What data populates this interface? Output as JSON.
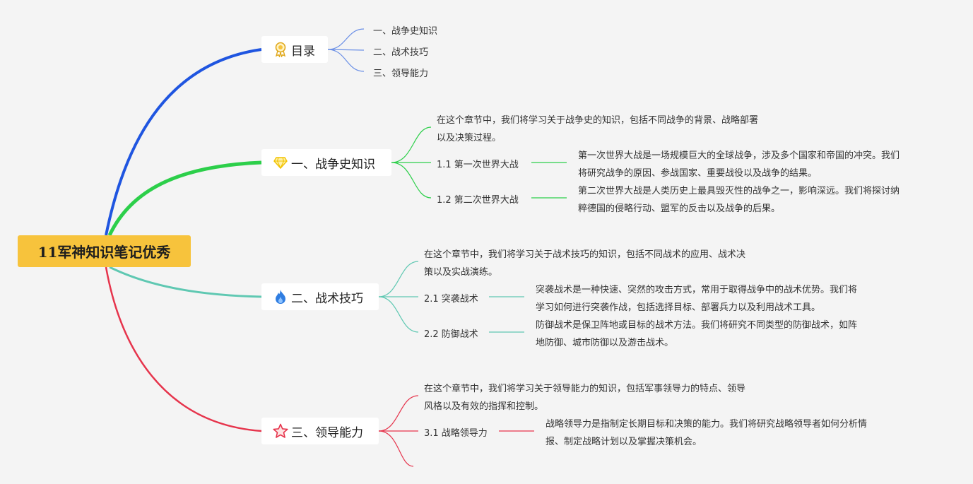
{
  "root": {
    "title": "11军神知识笔记优秀"
  },
  "toc": {
    "label": "目录",
    "icon": "award-ribbon-icon",
    "items": [
      "一、战争史知识",
      "二、战术技巧",
      "三、领导能力"
    ]
  },
  "sections": [
    {
      "label": "一、战争史知识",
      "icon": "diamond-icon",
      "color": "#2ccf4a",
      "intro": [
        "在这个章节中，我们将学习关于战争史的知识，包括不同战争的背景、战略部署",
        "以及决策过程。"
      ],
      "subs": [
        {
          "label": "1.1 第一次世界大战",
          "desc": [
            "第一次世界大战是一场规模巨大的全球战争，涉及多个国家和帝国的冲突。我们",
            "将研究战争的原因、参战国家、重要战役以及战争的结果。"
          ]
        },
        {
          "label": "1.2 第二次世界大战",
          "desc": [
            "第二次世界大战是人类历史上最具毁灭性的战争之一，影响深远。我们将探讨纳",
            "粹德国的侵略行动、盟军的反击以及战争的后果。"
          ]
        }
      ]
    },
    {
      "label": "二、战术技巧",
      "icon": "flame-icon",
      "color": "#5fc8b2",
      "intro": [
        "在这个章节中，我们将学习关于战术技巧的知识，包括不同战术的应用、战术决",
        "策以及实战演练。"
      ],
      "subs": [
        {
          "label": "2.1 突袭战术",
          "desc": [
            "突袭战术是一种快速、突然的攻击方式，常用于取得战争中的战术优势。我们将",
            "学习如何进行突袭作战，包括选择目标、部署兵力以及利用战术工具。"
          ]
        },
        {
          "label": "2.2 防御战术",
          "desc": [
            "防御战术是保卫阵地或目标的战术方法。我们将研究不同类型的防御战术，如阵",
            "地防御、城市防御以及游击战术。"
          ]
        }
      ]
    },
    {
      "label": "三、领导能力",
      "icon": "star-outline-icon",
      "color": "#e6344c",
      "intro": [
        "在这个章节中，我们将学习关于领导能力的知识，包括军事领导力的特点、领导",
        "风格以及有效的指挥和控制。"
      ],
      "subs": [
        {
          "label": "3.1 战略领导力",
          "desc": [
            "战略领导力是指制定长期目标和决策的能力。我们将研究战略领导者如何分析情",
            "报、制定战略计划以及掌握决策机会。"
          ]
        }
      ]
    }
  ],
  "colors": {
    "toc_branch": "#1f55e0",
    "root_bg": "#f7c33c",
    "toc_sub": "#6a8fe6"
  }
}
